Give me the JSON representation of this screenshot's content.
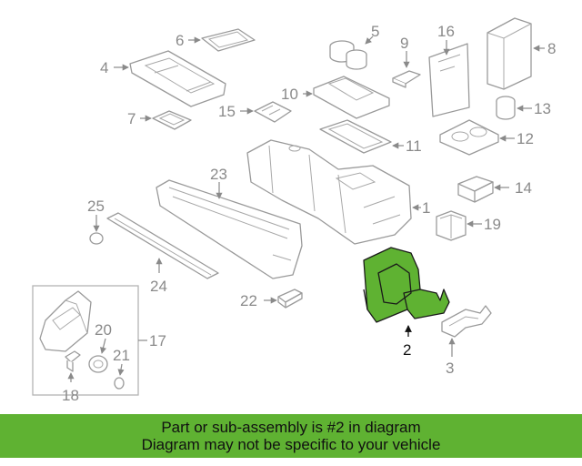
{
  "diagram": {
    "highlight_color": "#5fb232",
    "callouts": [
      "1",
      "2",
      "3",
      "4",
      "5",
      "6",
      "7",
      "8",
      "9",
      "10",
      "11",
      "12",
      "13",
      "14",
      "15",
      "16",
      "17",
      "18",
      "19",
      "20",
      "21",
      "22",
      "23",
      "24",
      "25"
    ],
    "highlighted_callout": "2"
  },
  "banner": {
    "line1": "Part or sub-assembly is #2 in diagram",
    "line2": "Diagram may not be specific to your vehicle",
    "color": "#5fb232"
  }
}
